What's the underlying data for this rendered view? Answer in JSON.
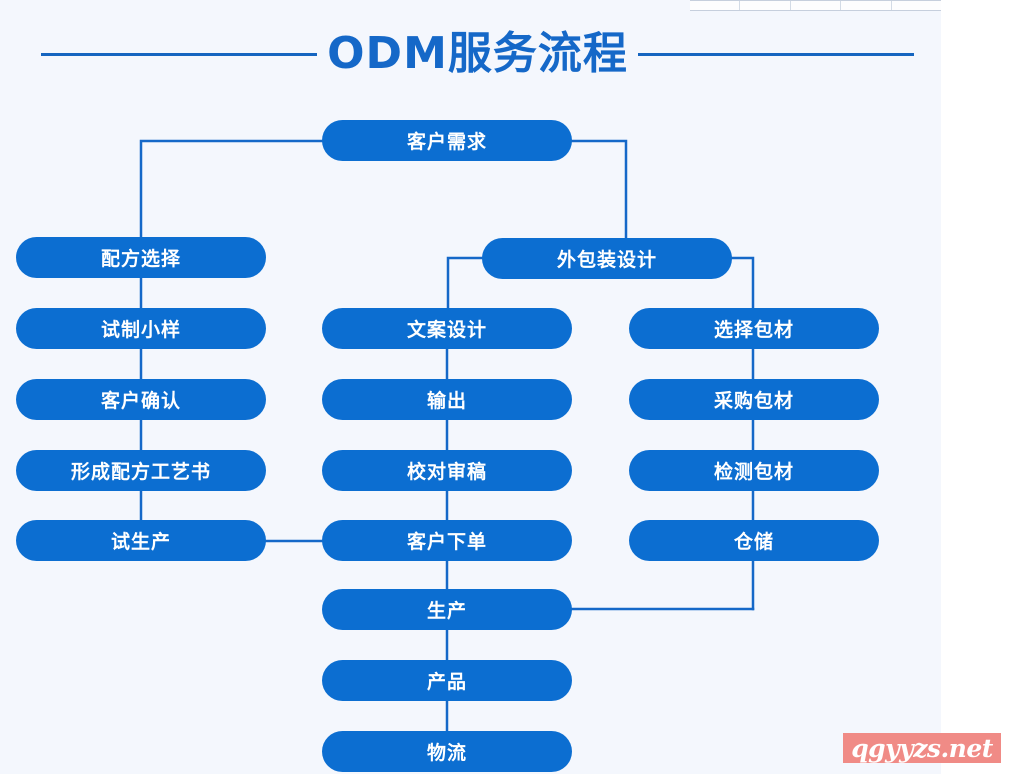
{
  "page": {
    "title": "ODM服务流程",
    "background_color": "#f4f7fd",
    "node_color": "#0c6ed1",
    "line_color": "#1568c8",
    "text_color": "#ffffff"
  },
  "watermark": {
    "text": "qgyyzs.net",
    "background_color": "#f08b86"
  },
  "nodes": {
    "start": "客户需求",
    "formula_branch": [
      "配方选择",
      "试制小样",
      "客户确认",
      "形成配方工艺书",
      "试生产"
    ],
    "design_branch_head": "外包装设计",
    "copy_branch": [
      "文案设计",
      "输出",
      "校对审稿",
      "客户下单"
    ],
    "packaging_branch": [
      "选择包材",
      "采购包材",
      "检测包材",
      "仓储"
    ],
    "tail": [
      "生产",
      "产品",
      "物流"
    ]
  },
  "chart_data": {
    "type": "diagram",
    "title": "ODM服务流程",
    "diagram_kind": "flowchart",
    "orientation": "top-down",
    "node_labels": [
      "客户需求",
      "配方选择",
      "试制小样",
      "客户确认",
      "形成配方工艺书",
      "试生产",
      "外包装设计",
      "文案设计",
      "输出",
      "校对审稿",
      "客户下单",
      "选择包材",
      "采购包材",
      "检测包材",
      "仓储",
      "生产",
      "产品",
      "物流"
    ],
    "edges": [
      [
        "客户需求",
        "配方选择"
      ],
      [
        "客户需求",
        "外包装设计"
      ],
      [
        "配方选择",
        "试制小样"
      ],
      [
        "试制小样",
        "客户确认"
      ],
      [
        "客户确认",
        "形成配方工艺书"
      ],
      [
        "形成配方工艺书",
        "试生产"
      ],
      [
        "试生产",
        "客户下单"
      ],
      [
        "外包装设计",
        "文案设计"
      ],
      [
        "外包装设计",
        "选择包材"
      ],
      [
        "文案设计",
        "输出"
      ],
      [
        "输出",
        "校对审稿"
      ],
      [
        "校对审稿",
        "客户下单"
      ],
      [
        "客户下单",
        "生产"
      ],
      [
        "选择包材",
        "采购包材"
      ],
      [
        "采购包材",
        "检测包材"
      ],
      [
        "检测包材",
        "仓储"
      ],
      [
        "仓储",
        "生产"
      ],
      [
        "生产",
        "产品"
      ],
      [
        "产品",
        "物流"
      ]
    ],
    "columns": {
      "left": [
        "配方选择",
        "试制小样",
        "客户确认",
        "形成配方工艺书",
        "试生产"
      ],
      "center": [
        "文案设计",
        "输出",
        "校对审稿",
        "客户下单",
        "生产",
        "产品",
        "物流"
      ],
      "right": [
        "外包装设计",
        "选择包材",
        "采购包材",
        "检测包材",
        "仓储"
      ]
    }
  }
}
